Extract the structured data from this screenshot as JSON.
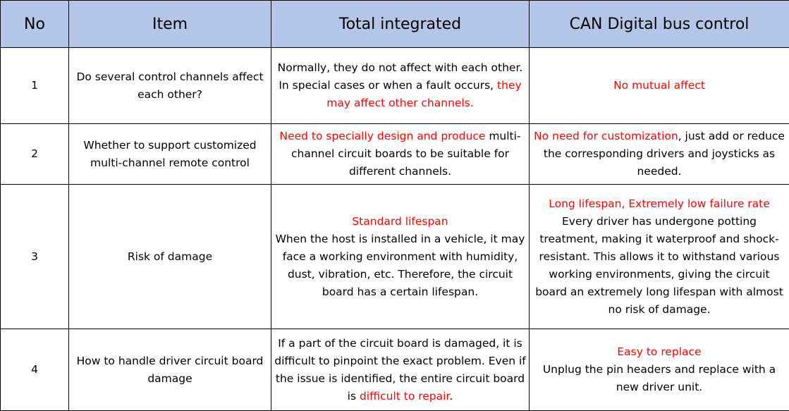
{
  "colors": {
    "header_bg": "#b4c6e7",
    "highlight": "#ff0000",
    "border": "#000000"
  },
  "header": {
    "no": "No",
    "item": "Item",
    "total": "Total integrated",
    "can": "CAN Digital bus control"
  },
  "rows": [
    {
      "no": "1",
      "item": "Do several control channels affect each other?",
      "total": {
        "p1": "Normally, they do not affect with each other.",
        "p2_plain": "In special cases or when a fault occurs, ",
        "p2_red": "they may affect other channels."
      },
      "can": {
        "red": "No mutual affect"
      }
    },
    {
      "no": "2",
      "item": "Whether to support customized multi-channel remote control",
      "total": {
        "red": "Need to specially design and produce",
        "plain": " multi-channel circuit boards to be suitable for different channels."
      },
      "can": {
        "red": "No need for customization",
        "plain": ", just add or reduce the corresponding drivers and joysticks as needed."
      }
    },
    {
      "no": "3",
      "item": "Risk of damage",
      "total": {
        "red": "Standard lifespan",
        "plain": "When the host is installed in a vehicle, it may face a working environment with humidity, dust, vibration, etc. Therefore, the circuit board has a certain lifespan."
      },
      "can": {
        "red": "Long lifespan, Extremely low failure rate",
        "plain": "Every driver has undergone potting treatment, making it waterproof and shock-resistant. This allows it to withstand various working environments, giving the circuit board an extremely long lifespan with almost no risk of damage."
      }
    },
    {
      "no": "4",
      "item": "How to handle driver circuit board damage",
      "total": {
        "plain": "If a part of the circuit board is damaged, it is difficult to pinpoint the exact problem. Even if the issue is identified, the entire circuit board is ",
        "red": "difficult to repair",
        "end": "."
      },
      "can": {
        "red": "Easy to replace",
        "plain": "Unplug the pin headers and replace with a new driver unit."
      }
    }
  ]
}
